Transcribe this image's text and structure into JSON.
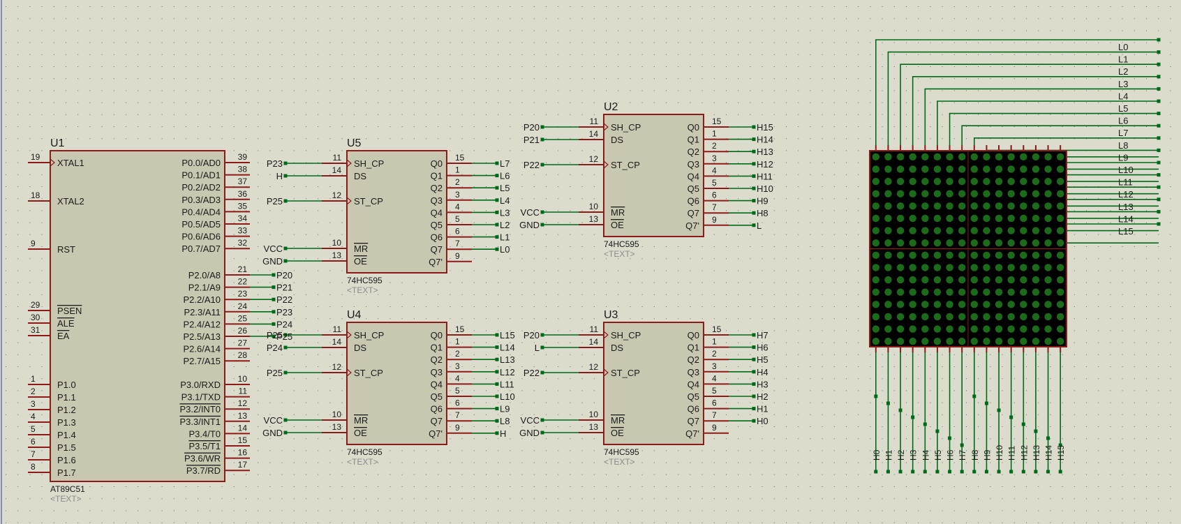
{
  "colors": {
    "background": "#dcdccd",
    "grid_dot": "#1a1a3a",
    "chip_fill": "#c8c8b0",
    "chip_border": "#8b1a1a",
    "pin": "#8b1a1a",
    "wire": "#00691a",
    "label": "#1a1a1a",
    "ref": "#1a1a1a",
    "placeholder": "#8a8a8a",
    "matrix_fill": "#000000",
    "led": "#1b6b1b"
  },
  "mcu": {
    "ref": "U1",
    "part": "AT89C51",
    "text": "<TEXT>",
    "left_pins": [
      {
        "num": "19",
        "name": "XTAL1",
        "clock": true
      },
      {
        "num": "18",
        "name": "XTAL2"
      },
      {
        "num": "9",
        "name": "RST"
      },
      {
        "num": "29",
        "name": "PSEN",
        "bar": "PSEN"
      },
      {
        "num": "30",
        "name": "ALE",
        "bar": "ALE"
      },
      {
        "num": "31",
        "name": "EA",
        "bar": "EA"
      },
      {
        "num": "1",
        "name": "P1.0"
      },
      {
        "num": "2",
        "name": "P1.1"
      },
      {
        "num": "3",
        "name": "P1.2"
      },
      {
        "num": "4",
        "name": "P1.3"
      },
      {
        "num": "5",
        "name": "P1.4"
      },
      {
        "num": "6",
        "name": "P1.5"
      },
      {
        "num": "7",
        "name": "P1.6"
      },
      {
        "num": "8",
        "name": "P1.7"
      }
    ],
    "right_pins": [
      {
        "num": "39",
        "name": "P0.0/AD0"
      },
      {
        "num": "38",
        "name": "P0.1/AD1"
      },
      {
        "num": "37",
        "name": "P0.2/AD2"
      },
      {
        "num": "36",
        "name": "P0.3/AD3"
      },
      {
        "num": "35",
        "name": "P0.4/AD4"
      },
      {
        "num": "34",
        "name": "P0.5/AD5"
      },
      {
        "num": "33",
        "name": "P0.6/AD6"
      },
      {
        "num": "32",
        "name": "P0.7/AD7"
      },
      {
        "num": "21",
        "name": "P2.0/A8",
        "net": "P20"
      },
      {
        "num": "22",
        "name": "P2.1/A9",
        "net": "P21"
      },
      {
        "num": "23",
        "name": "P2.2/A10",
        "net": "P22"
      },
      {
        "num": "24",
        "name": "P2.3/A11",
        "net": "P23"
      },
      {
        "num": "25",
        "name": "P2.4/A12",
        "net": "P24"
      },
      {
        "num": "26",
        "name": "P2.5/A13",
        "net": "P25"
      },
      {
        "num": "27",
        "name": "P2.6/A14"
      },
      {
        "num": "28",
        "name": "P2.7/A15"
      },
      {
        "num": "10",
        "name": "P3.0/RXD"
      },
      {
        "num": "11",
        "name": "P3.1/TXD"
      },
      {
        "num": "12",
        "name": "P3.2/INT0",
        "bar": "INT0"
      },
      {
        "num": "13",
        "name": "P3.3/INT1",
        "bar": "INT1"
      },
      {
        "num": "14",
        "name": "P3.4/T0"
      },
      {
        "num": "15",
        "name": "P3.5/T1",
        "bar": "T1"
      },
      {
        "num": "16",
        "name": "P3.6/WR",
        "bar": "WR"
      },
      {
        "num": "17",
        "name": "P3.7/RD",
        "bar": "RD"
      }
    ]
  },
  "shift_registers": [
    {
      "ref": "U5",
      "part": "74HC595",
      "text": "<TEXT>",
      "in_nets": [
        "P23",
        "H",
        "P25",
        "VCC",
        "GND"
      ],
      "out_nets": [
        "L7",
        "L6",
        "L5",
        "L4",
        "L3",
        "L2",
        "L1",
        "L0",
        ""
      ]
    },
    {
      "ref": "U4",
      "part": "74HC595",
      "text": "<TEXT>",
      "in_nets": [
        "P25",
        "P24",
        "P25",
        "VCC",
        "GND"
      ],
      "out_nets": [
        "L15",
        "L14",
        "L13",
        "L12",
        "L11",
        "L10",
        "L9",
        "L8",
        "H"
      ]
    },
    {
      "ref": "U2",
      "part": "74HC595",
      "text": "<TEXT>",
      "in_nets": [
        "P20",
        "P21",
        "P22",
        "VCC",
        "GND"
      ],
      "out_nets": [
        "H15",
        "H14",
        "H13",
        "H12",
        "H11",
        "H10",
        "H9",
        "H8",
        "L"
      ]
    },
    {
      "ref": "U3",
      "part": "74HC595",
      "text": "<TEXT>",
      "in_nets": [
        "P20",
        "L",
        "P22",
        "VCC",
        "GND"
      ],
      "out_nets": [
        "H7",
        "H6",
        "H5",
        "H4",
        "H3",
        "H2",
        "H1",
        "H0",
        ""
      ]
    }
  ],
  "hc595": {
    "in_pins": [
      {
        "num": "11",
        "name": "SH_CP",
        "clock": true
      },
      {
        "num": "14",
        "name": "DS"
      },
      {
        "num": "12",
        "name": "ST_CP",
        "clock": true
      },
      {
        "num": "10",
        "name": "MR",
        "bar": "MR"
      },
      {
        "num": "13",
        "name": "OE",
        "bar": "OE"
      }
    ],
    "out_pins": [
      {
        "num": "15",
        "name": "Q0"
      },
      {
        "num": "1",
        "name": "Q1"
      },
      {
        "num": "2",
        "name": "Q2"
      },
      {
        "num": "3",
        "name": "Q3"
      },
      {
        "num": "4",
        "name": "Q4"
      },
      {
        "num": "5",
        "name": "Q5"
      },
      {
        "num": "6",
        "name": "Q6"
      },
      {
        "num": "7",
        "name": "Q7"
      },
      {
        "num": "9",
        "name": "Q7'"
      }
    ]
  },
  "matrix": {
    "rows": 16,
    "cols": 16,
    "row_labels": [
      "L0",
      "L1",
      "L2",
      "L3",
      "L4",
      "L5",
      "L6",
      "L7",
      "L8",
      "L9",
      "L10",
      "L11",
      "L12",
      "L13",
      "L14",
      "L15"
    ],
    "col_labels": [
      "H0",
      "H1",
      "H2",
      "H3",
      "H4",
      "H5",
      "H6",
      "H7",
      "H8",
      "H9",
      "H10",
      "H11",
      "H12",
      "H13",
      "H14",
      "H15"
    ]
  }
}
